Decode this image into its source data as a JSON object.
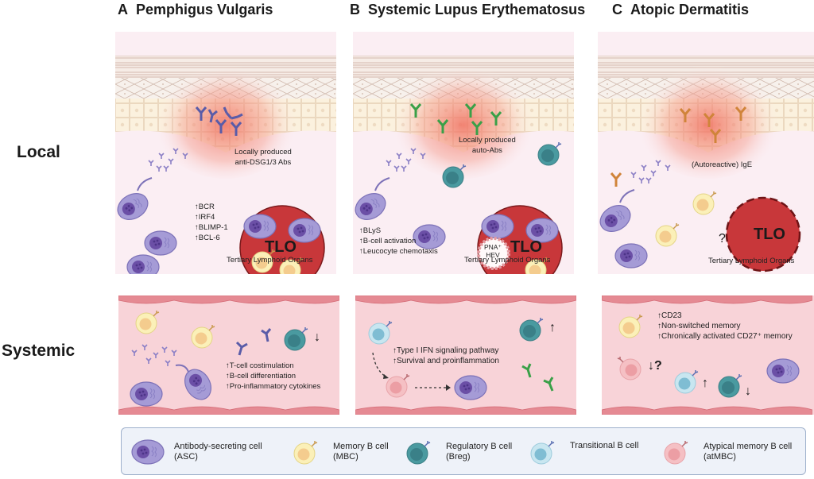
{
  "columns": [
    {
      "letter": "A",
      "title": "Pemphigus Vulgaris"
    },
    {
      "letter": "B",
      "title": "Systemic Lupus Erythematosus"
    },
    {
      "letter": "C",
      "title": "Atopic Dermatitis"
    }
  ],
  "rows": {
    "local": "Local",
    "systemic": "Systemic"
  },
  "colors": {
    "asc": "#a59bd6",
    "mbc": "#fbf0b8",
    "breg": "#4a9aa0",
    "transitional": "#c8e6f0",
    "atmbc": "#f5c0c4",
    "tlo": "#c8373a",
    "antibody_pv": "#5a5ca8",
    "antibody_sle": "#3aa048",
    "antibody_ad": "#d0843a",
    "vessel": "#f8d3d8",
    "local_bg": "#fbeef3"
  },
  "local": {
    "pv": {
      "abs_label": [
        "Locally produced",
        "anti-DSG1/3 Abs"
      ],
      "markers": [
        "↑BCR",
        "↑IRF4",
        "↑BLIMP-1",
        "↑BCL-6"
      ],
      "tlo_label": "TLO",
      "tlo_caption": "Tertiary Lymphoid Organs"
    },
    "sle": {
      "abs_label": [
        "Locally produced",
        "auto-Abs"
      ],
      "markers": [
        "↑BLyS",
        "↑B-cell activation",
        "↑Leucocyte chemotaxis"
      ],
      "hev_label": [
        "PNA⁺",
        "HEV"
      ],
      "tlo_label": "TLO",
      "tlo_caption": "Tertiary Lymphoid Organs"
    },
    "ad": {
      "abs_label": "(Autoreactive) IgE",
      "question": "?",
      "tlo_label": "TLO",
      "tlo_caption": "Tertiary Lymphoid Organs"
    }
  },
  "systemic": {
    "pv": {
      "markers": [
        "↑T-cell costimulation",
        "↑B-cell differentiation",
        "↑Pro-inflammatory cytokines"
      ],
      "breg_arrow": "↓"
    },
    "sle": {
      "markers": [
        "↑Type I IFN signaling pathway",
        "↑Survival and proinflammation"
      ],
      "breg_arrow": "↑"
    },
    "ad": {
      "markers": [
        "↑CD23",
        "↑Non-switched memory",
        "↑Chronically activated CD27⁺ memory"
      ],
      "atmbc_arrow": "↓?",
      "transitional_arrow": "↑",
      "breg_arrow": "↓"
    }
  },
  "legend": [
    {
      "icon": "asc-cell-icon",
      "line1": "Antibody-secreting cell",
      "line2": "(ASC)"
    },
    {
      "icon": "memory-b-cell-icon",
      "line1": "Memory B cell",
      "line2": "(MBC)"
    },
    {
      "icon": "regulatory-b-cell-icon",
      "line1": "Regulatory B cell",
      "line2": "(Breg)"
    },
    {
      "icon": "transitional-b-cell-icon",
      "line1": "Transitional B cell",
      "line2": ""
    },
    {
      "icon": "atypical-memory-b-cell-icon",
      "line1": "Atypical memory B cell",
      "line2": "(atMBC)"
    }
  ]
}
